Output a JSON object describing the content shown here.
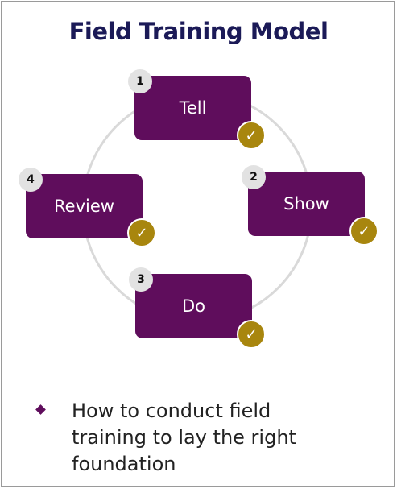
{
  "title": "Field Training Model",
  "steps": [
    {
      "number": "1",
      "label": "Tell"
    },
    {
      "number": "2",
      "label": "Show"
    },
    {
      "number": "3",
      "label": "Do"
    },
    {
      "number": "4",
      "label": "Review"
    }
  ],
  "check_glyph": "✓",
  "bullet": "How to conduct field training to lay the right foundation",
  "colors": {
    "title": "#1b1a57",
    "card": "#5f0d5c",
    "check": "#a8860e",
    "number_badge": "#e2e2e2",
    "ring": "#d9d9d9"
  },
  "icons": [
    "check-icon",
    "bullet-diamond-icon"
  ]
}
